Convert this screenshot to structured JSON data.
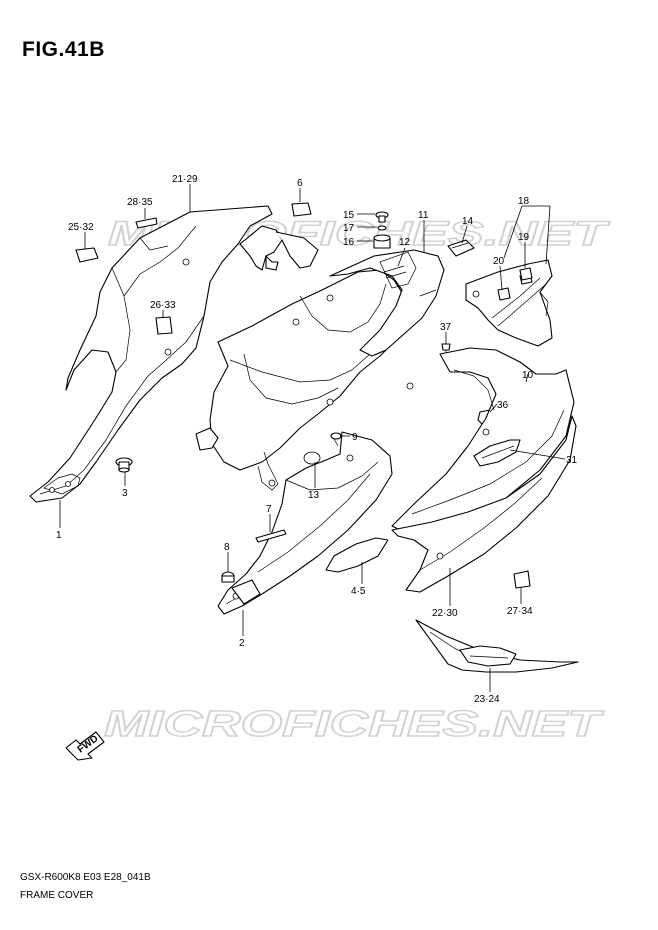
{
  "figure": {
    "title": "FIG.41B",
    "model_code": "GSX-R600K8 E03 E28_041B",
    "section_name": "FRAME COVER"
  },
  "watermark": {
    "text": "MICROFICHES.NET"
  },
  "fwd_arrow": {
    "label": "FWD"
  },
  "callouts": [
    {
      "id": "c-21-29",
      "text": "21·29"
    },
    {
      "id": "c-6",
      "text": "6"
    },
    {
      "id": "c-28-35",
      "text": "28·35"
    },
    {
      "id": "c-25-32",
      "text": "25·32"
    },
    {
      "id": "c-26-33",
      "text": "26·33"
    },
    {
      "id": "c-15",
      "text": "15"
    },
    {
      "id": "c-17",
      "text": "17"
    },
    {
      "id": "c-16",
      "text": "16"
    },
    {
      "id": "c-11",
      "text": "11"
    },
    {
      "id": "c-12",
      "text": "12"
    },
    {
      "id": "c-14",
      "text": "14"
    },
    {
      "id": "c-18",
      "text": "18"
    },
    {
      "id": "c-19",
      "text": "19"
    },
    {
      "id": "c-20",
      "text": "20"
    },
    {
      "id": "c-37",
      "text": "37"
    },
    {
      "id": "c-10",
      "text": "10"
    },
    {
      "id": "c-36",
      "text": "36"
    },
    {
      "id": "c-9",
      "text": "9"
    },
    {
      "id": "c-31",
      "text": "31"
    },
    {
      "id": "c-3",
      "text": "3"
    },
    {
      "id": "c-13",
      "text": "13"
    },
    {
      "id": "c-1",
      "text": "1"
    },
    {
      "id": "c-7",
      "text": "7"
    },
    {
      "id": "c-8",
      "text": "8"
    },
    {
      "id": "c-4-5",
      "text": "4·5"
    },
    {
      "id": "c-22-30",
      "text": "22·30"
    },
    {
      "id": "c-27-34",
      "text": "27·34"
    },
    {
      "id": "c-2",
      "text": "2"
    },
    {
      "id": "c-23-24",
      "text": "23·24"
    }
  ]
}
